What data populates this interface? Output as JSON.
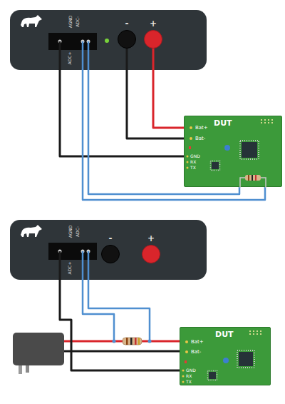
{
  "diagram": {
    "nodes": [
      {
        "text": [
          "AGND",
          "ADC-",
          "ADC+"
        ]
      },
      {
        "text": [
          "-"
        ],
        "in": 0
      },
      {
        "text": [
          "+"
        ],
        "in": 0
      },
      {
        "text": [
          "DUT",
          "Bat+",
          "Bat-",
          "GND",
          "RX",
          "TX"
        ]
      },
      {
        "text": [
          "AGND",
          "ADC-",
          "ADC+"
        ]
      },
      {
        "text": [
          "-"
        ],
        "in": 4
      },
      {
        "text": [
          "+"
        ],
        "in": 4
      },
      {
        "text": [
          "DUT",
          "Bat+",
          "Bat-",
          "GND",
          "RX",
          "TX"
        ]
      }
    ],
    "edges": [
      {
        "from": 2,
        "to": 3,
        "arrow": "none"
      },
      {
        "from": 1,
        "to": 3,
        "arrow": "none"
      },
      {
        "from": 0,
        "to": 3,
        "arrow": "none"
      },
      {
        "from": 0,
        "to": 3,
        "arrow": "none"
      },
      {
        "from": 0,
        "to": 3,
        "arrow": "none"
      },
      {
        "from": 4,
        "to": 7,
        "arrow": "none"
      }
    ]
  }
}
